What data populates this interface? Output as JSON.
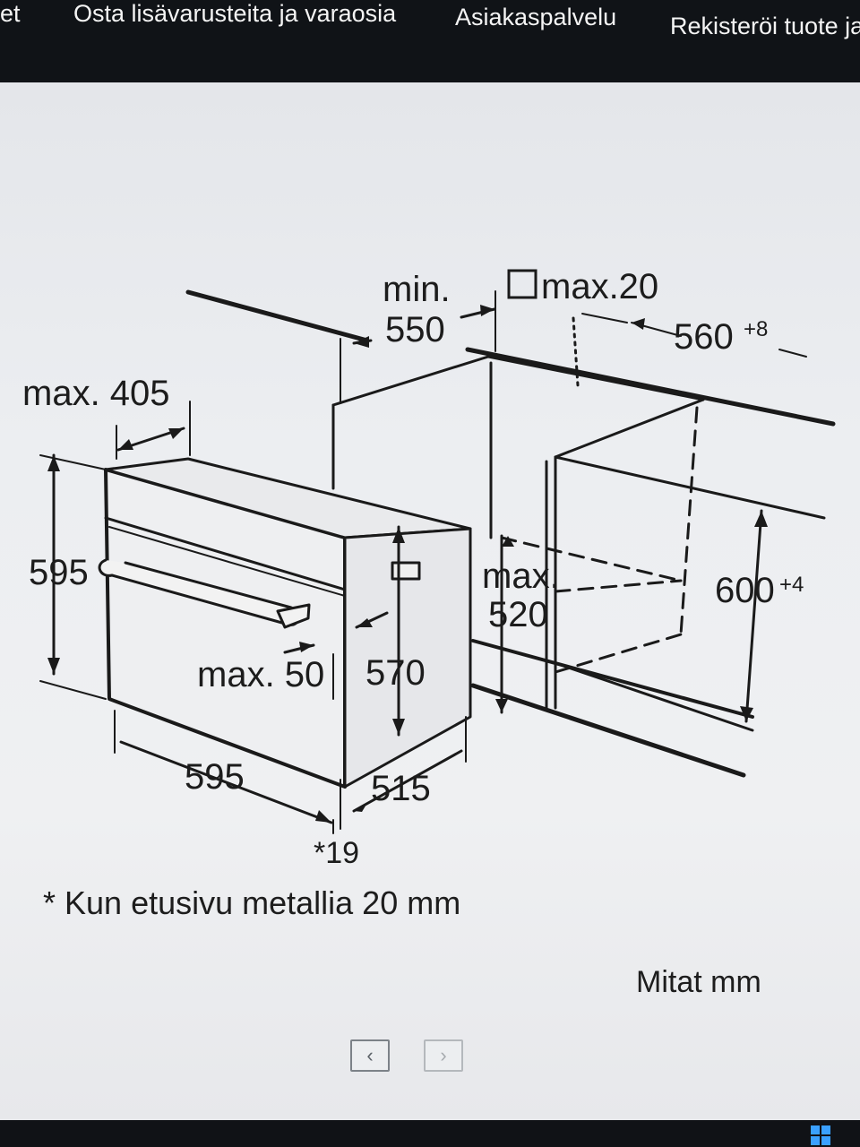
{
  "nav": {
    "items": [
      "et",
      "Osta lisävarusteita ja varaosia",
      "Asiakaspalvelu",
      "Rekisteröi tuote ja"
    ]
  },
  "diagram": {
    "labels": {
      "min": "min.",
      "min_550": "550",
      "max20": "max.20",
      "w560": "560",
      "w560_tol": "+8",
      "max405": "max. 405",
      "h595": "595",
      "max_label": "max.",
      "max520": "520",
      "h600": "600",
      "h600_tol": "+4",
      "max50": "max. 50",
      "h570": "570",
      "w595": "595",
      "d515": "515",
      "star19": "*19"
    }
  },
  "footnote": "* Kun etusivu metallia 20 mm",
  "units_note": "Mitat mm",
  "pager": {
    "prev": "‹",
    "next": "›"
  }
}
